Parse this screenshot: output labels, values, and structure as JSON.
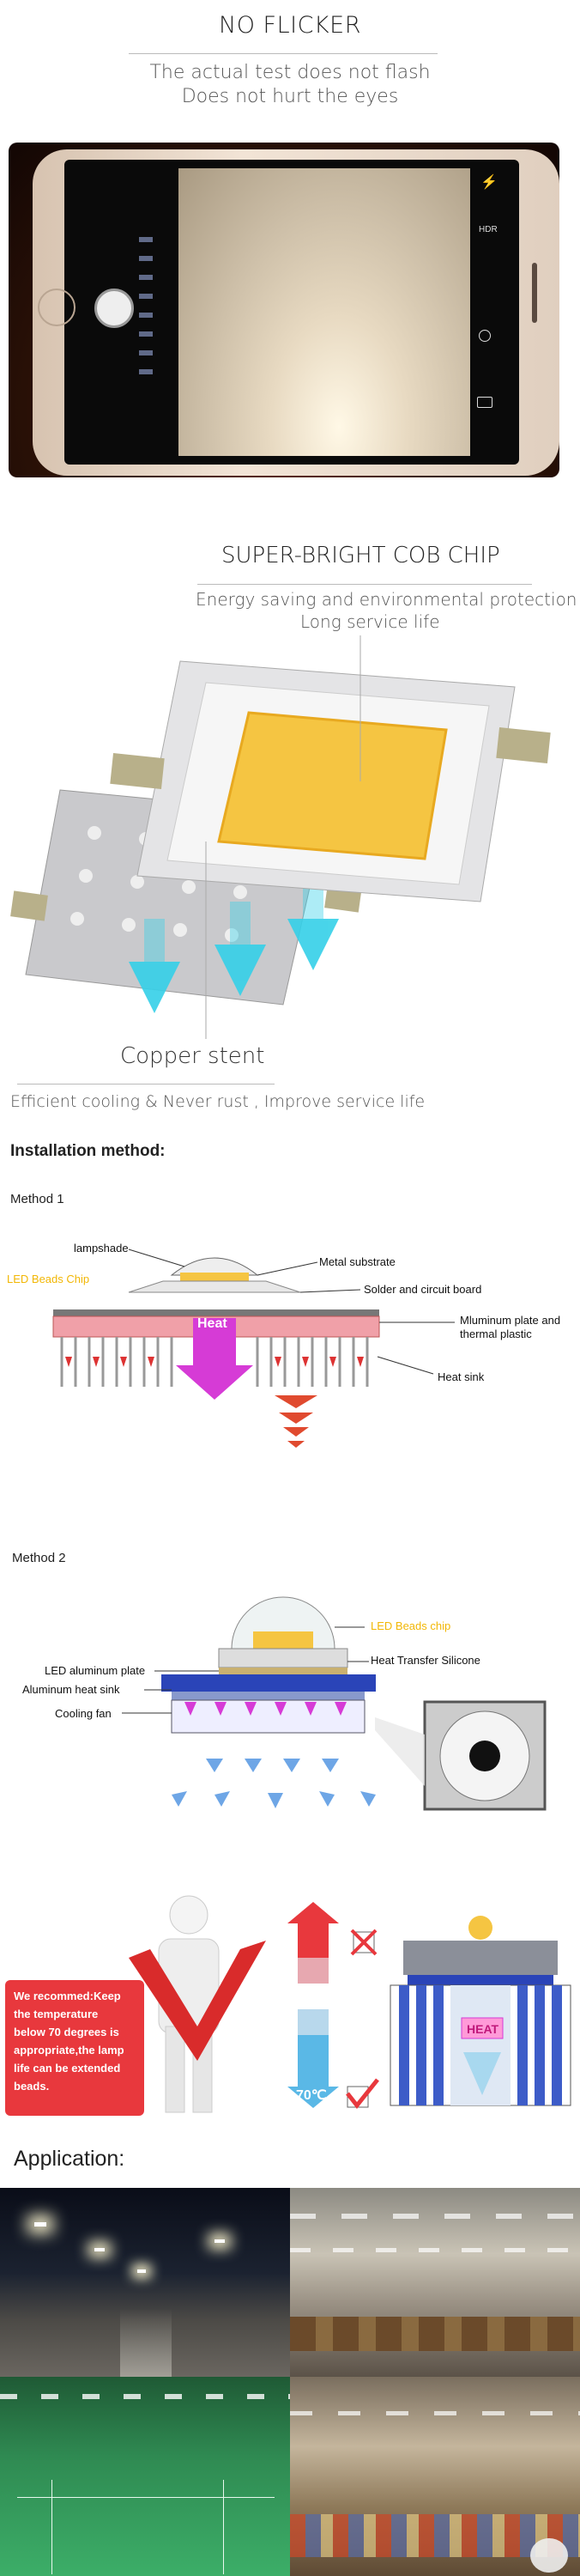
{
  "section1": {
    "title": "NO FLICKER",
    "line1": "The actual test does not flash",
    "line2": "Does not hurt the eyes",
    "phone_hdr": "HDR"
  },
  "section2": {
    "title": "SUPER-BRIGHT COB CHIP",
    "line1": "Energy saving and environmental protection",
    "line2": "Long service life",
    "copper": "Copper stent",
    "cooling": "Efficient cooling  & Never rust , Improve service life"
  },
  "install": {
    "heading": "Installation method:",
    "method1": {
      "title": "Method 1",
      "lampshade": "lampshade",
      "metal_substrate": "Metal substrate",
      "led_chip": "LED Beads Chip",
      "solder": "Solder and circuit board",
      "aluminum_plate": "Mluminum plate and",
      "thermal": "thermal plastic",
      "heat_sink": "Heat sink",
      "heat": "Heat"
    },
    "method2": {
      "title": "Method 2",
      "led_chip": "LED Beads chip",
      "silicone": "Heat Transfer Silicone",
      "al_plate": "LED aluminum plate",
      "al_sink": "Aluminum heat sink",
      "fan": "Cooling fan"
    }
  },
  "recommend": {
    "text_lines": [
      "We recommed:Keep",
      "the temperature",
      "below 70 degrees is",
      "appropriate,the lamp",
      "life can be extended",
      "beads."
    ],
    "temp_high": "70℃",
    "temp_low": "70℃",
    "heat": "HEAT"
  },
  "application": {
    "heading": "Application:"
  },
  "colors": {
    "red_box": "#e8383d",
    "chip_yellow": "#f5c542",
    "cyan": "#35d0e8",
    "heat_magenta": "#d63bd6"
  }
}
